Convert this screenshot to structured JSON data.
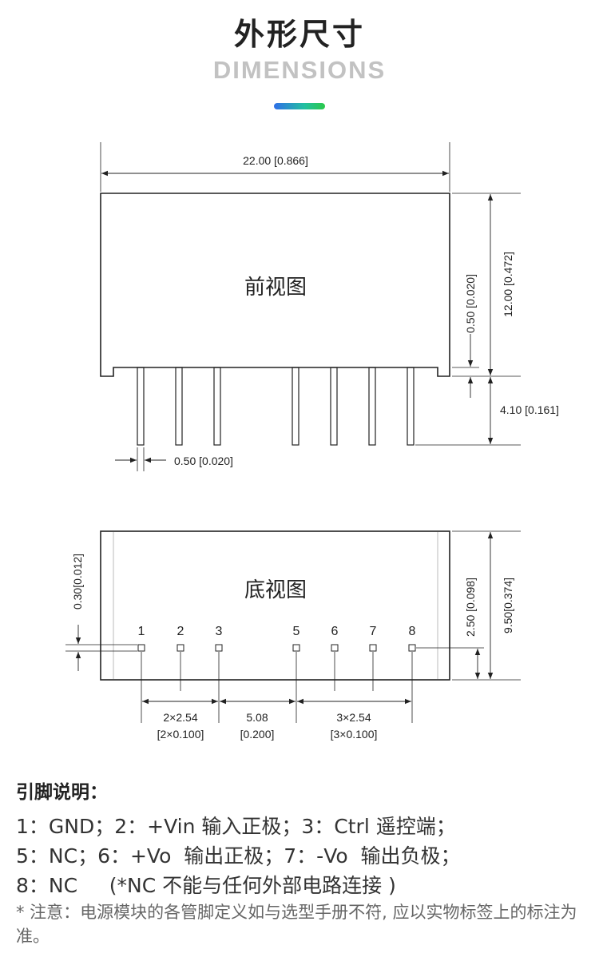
{
  "header": {
    "title": "外形尺寸",
    "subtitle": "DIMENSIONS"
  },
  "front_view": {
    "label": "前视图",
    "dim_width": "22.00 [0.866]",
    "dim_height": "12.00 [0.472]",
    "dim_standoff": "0.50 [0.020]",
    "dim_pin_length": "4.10 [0.161]",
    "dim_pin_width": "0.50 [0.020]"
  },
  "bottom_view": {
    "label": "底视图",
    "dim_pin_size": "0.30[0.012]",
    "dim_pin_row": "2.50 [0.098]",
    "dim_depth": "9.50[0.374]",
    "pin_numbers": [
      "1",
      "2",
      "3",
      "5",
      "6",
      "7",
      "8"
    ],
    "spacing_left_1": "2×2.54",
    "spacing_left_2": "[2×0.100]",
    "spacing_mid_1": "5.08",
    "spacing_mid_2": "[0.200]",
    "spacing_right_1": "3×2.54",
    "spacing_right_2": "[3×0.100]"
  },
  "pins": {
    "heading": "引脚说明：",
    "line1": "1：GND；2：+Vin 输入正极；3：Ctrl 遥控端；",
    "line2": "5：NC；6：+Vo  输出正极；7：-Vo  输出负极；",
    "line3": "8：NC     (*NC 不能与任何外部电路连接 )"
  },
  "note": "* 注意：电源模块的各管脚定义如与选型手册不符, 应以实物标签上的标注为准。",
  "colors": {
    "accent_start": "#2f6fe8",
    "accent_end": "#2bc94a"
  }
}
